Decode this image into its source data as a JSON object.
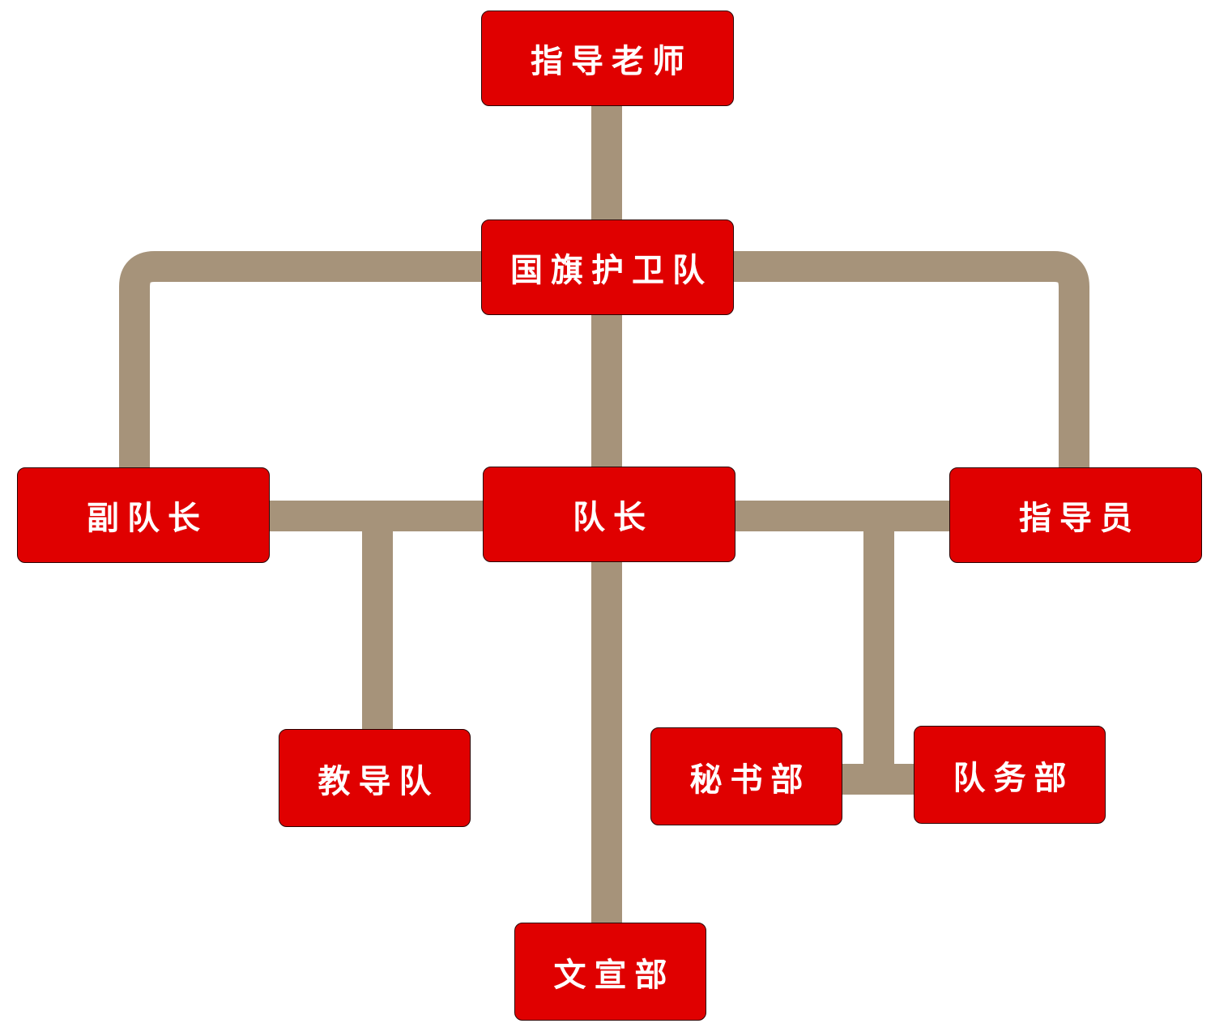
{
  "diagram": {
    "type": "org-chart",
    "colors": {
      "node_fill": "#e00000",
      "node_border": "#2a0000",
      "node_text": "#ffffff",
      "connector": "#a6937a"
    },
    "nodes": {
      "advisor": "指导老师",
      "flag_guard": "国旗护卫队",
      "vice_captain": "副队长",
      "captain": "队长",
      "instructor": "指导员",
      "training_team": "教导队",
      "publicity_dept": "文宣部",
      "secretariat": "秘书部",
      "affairs_dept": "队务部"
    },
    "edges": [
      [
        "advisor",
        "flag_guard"
      ],
      [
        "flag_guard",
        "captain"
      ],
      [
        "flag_guard",
        "vice_captain"
      ],
      [
        "flag_guard",
        "instructor"
      ],
      [
        "vice_captain",
        "captain"
      ],
      [
        "captain",
        "instructor"
      ],
      [
        "captain",
        "training_team"
      ],
      [
        "captain",
        "publicity_dept"
      ],
      [
        "captain",
        "secretariat"
      ],
      [
        "captain",
        "affairs_dept"
      ]
    ]
  }
}
